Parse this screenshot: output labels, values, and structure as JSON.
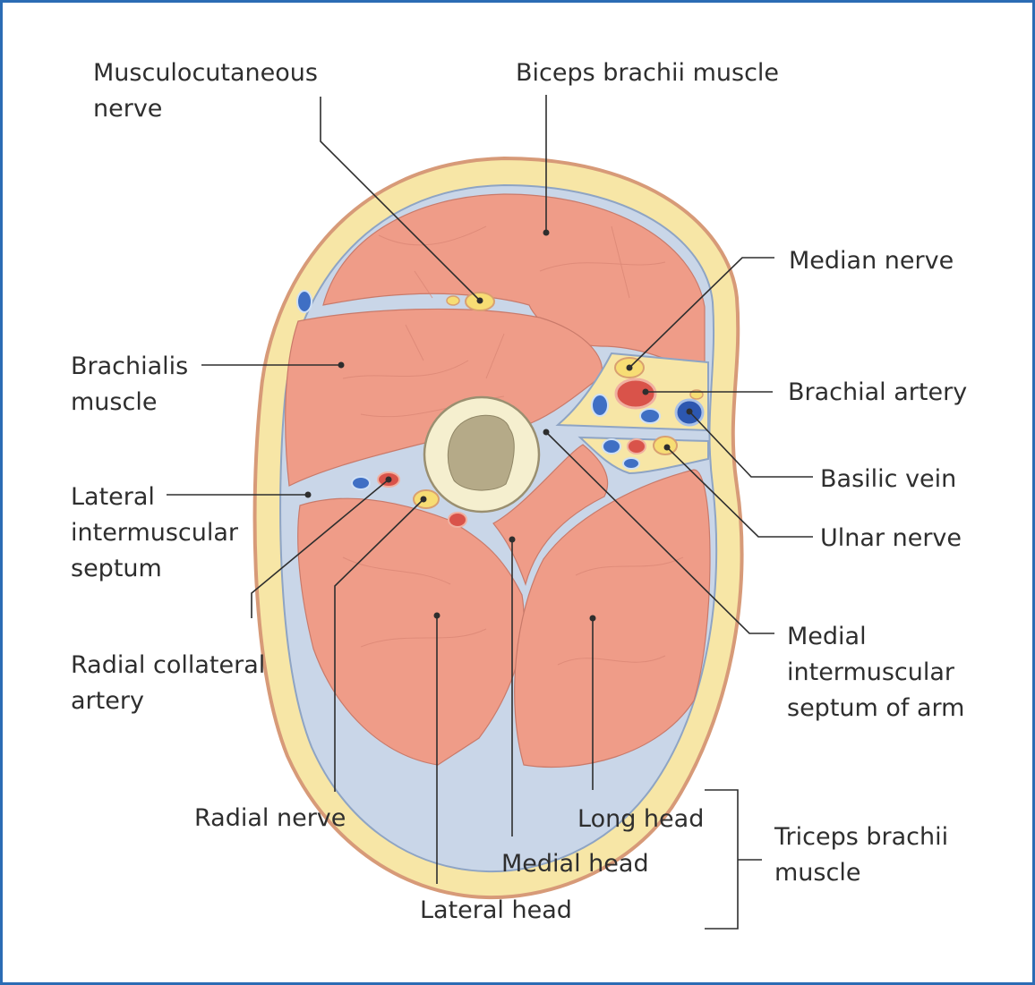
{
  "labels": {
    "musculocutaneous_nerve": [
      "Musculocutaneous",
      "nerve"
    ],
    "biceps_brachii_muscle": "Biceps brachii muscle",
    "median_nerve": "Median nerve",
    "brachial_artery": "Brachial artery",
    "basilic_vein": "Basilic vein",
    "ulnar_nerve": "Ulnar nerve",
    "medial_intermuscular_septum": [
      "Medial",
      "intermuscular",
      "septum of arm"
    ],
    "brachialis_muscle": [
      "Brachialis",
      "muscle"
    ],
    "lateral_intermuscular_septum": [
      "Lateral",
      "intermuscular",
      "septum"
    ],
    "radial_collateral_artery": [
      "Radial collateral",
      "artery"
    ],
    "radial_nerve": "Radial nerve",
    "lateral_head": "Lateral head",
    "medial_head": "Medial head",
    "long_head": "Long head",
    "triceps_brachii_muscle": [
      "Triceps brachii",
      "muscle"
    ]
  },
  "colors": {
    "frame": "#2b6cb4",
    "fat": "#f7e6a6",
    "fascia": "#c9d6e8",
    "muscle": "#ef9c88",
    "bone": "#f5efcf",
    "marrow": "#b5aa88",
    "artery": "#d9534a",
    "vein": "#3f6fc4",
    "nerve": "#f7dd74"
  }
}
